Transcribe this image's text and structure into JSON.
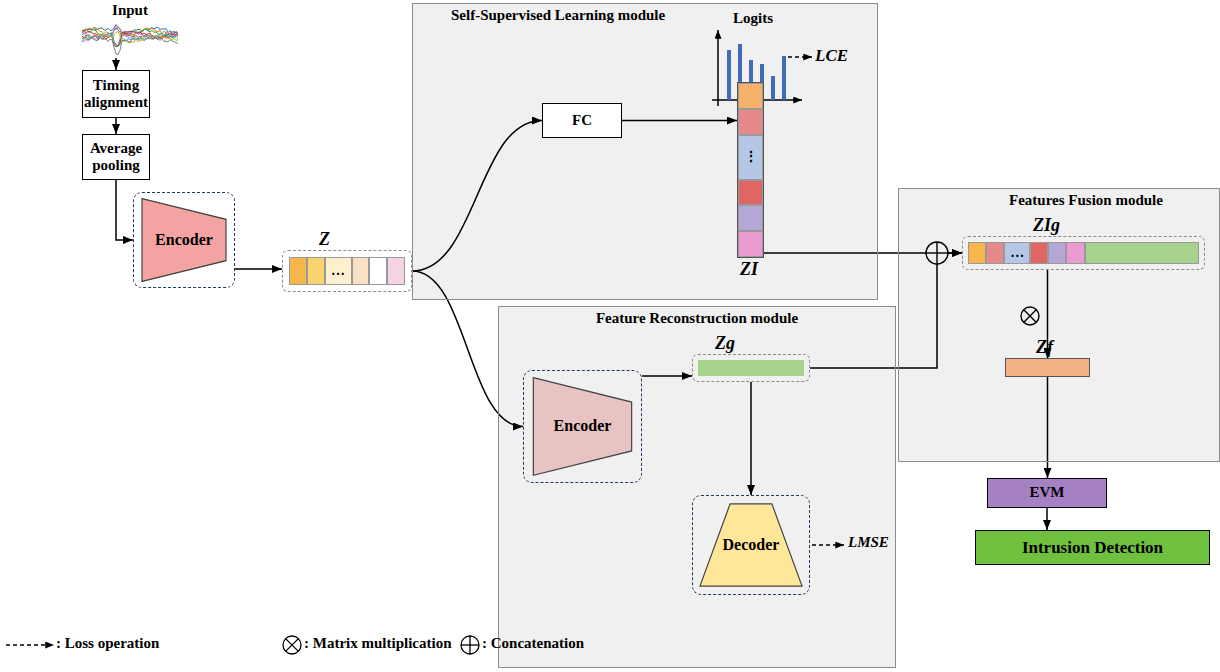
{
  "diagram": {
    "nodes": [
      {
        "text": [
          "Input"
        ]
      },
      {
        "text": [
          "Timing alignment"
        ]
      },
      {
        "text": [
          "Average pooling"
        ]
      },
      {
        "text": [
          "Encoder"
        ]
      },
      {
        "text": [
          "Z",
          "…"
        ]
      },
      {
        "text": [
          "Self-Supervised Learning module"
        ]
      },
      {
        "text": [
          "FC"
        ],
        "in": 5
      },
      {
        "text": [
          "ZI",
          "⋮"
        ],
        "in": 5
      },
      {
        "text": [
          "Feature Reconstruction module"
        ]
      },
      {
        "text": [
          "Encoder"
        ],
        "in": 8
      },
      {
        "text": [
          "Zg"
        ],
        "in": 8
      },
      {
        "text": [
          "Decoder"
        ],
        "in": 8
      },
      {
        "text": [
          "Features Fusion module"
        ]
      },
      {
        "text": [
          "ZIg",
          "…"
        ],
        "in": 12
      },
      {
        "text": [
          "Zf"
        ],
        "in": 12
      },
      {
        "text": [
          "EVM"
        ]
      },
      {
        "text": [
          "Intrusion Detection"
        ]
      }
    ],
    "edges": [
      {
        "from": 0,
        "to": 1,
        "arrow": "to"
      },
      {
        "from": 1,
        "to": 2,
        "arrow": "to"
      },
      {
        "from": 2,
        "to": 3,
        "arrow": "to"
      },
      {
        "from": 3,
        "to": 4,
        "arrow": "to"
      },
      {
        "from": 4,
        "to": 6,
        "arrow": "to"
      },
      {
        "from": 4,
        "to": 9,
        "arrow": "to"
      },
      {
        "from": 6,
        "to": 7,
        "arrow": "to"
      },
      {
        "from": 7,
        "to": 13,
        "arrow": "to"
      },
      {
        "from": 9,
        "to": 10,
        "arrow": "to"
      },
      {
        "from": 10,
        "to": 13,
        "arrow": "to"
      },
      {
        "from": 10,
        "to": 11,
        "arrow": "to"
      },
      {
        "from": 13,
        "to": 14,
        "arrow": "to"
      },
      {
        "from": 14,
        "to": 15,
        "arrow": "to"
      },
      {
        "from": 15,
        "to": 16,
        "arrow": "to"
      }
    ],
    "labels": [
      "Logits",
      "LCE",
      "LMSE"
    ],
    "legend": [
      {
        "text": ": Loss operation"
      },
      {
        "text": ": Matrix multiplication"
      },
      {
        "text": ": Concatenation"
      }
    ]
  }
}
